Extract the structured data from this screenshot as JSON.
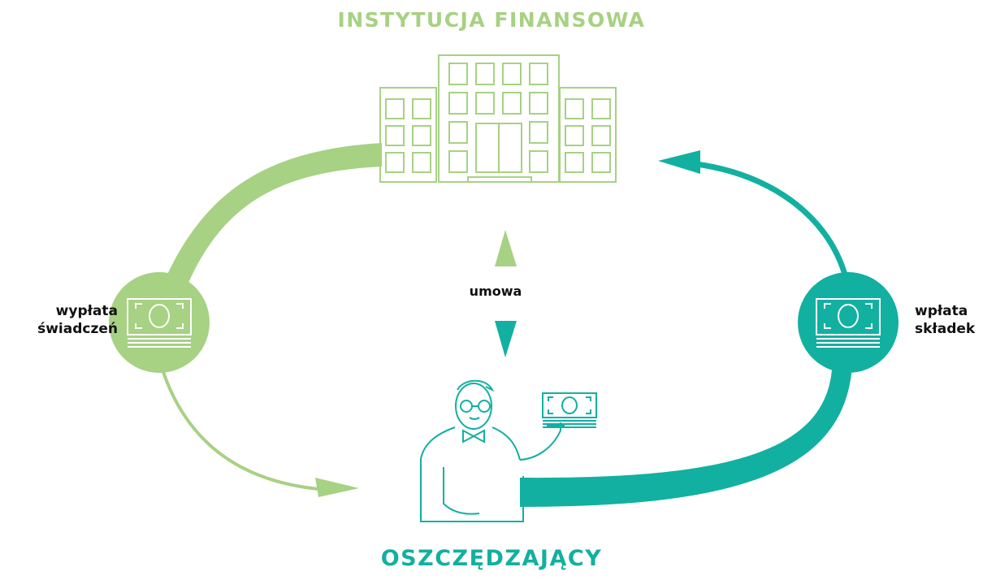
{
  "colors": {
    "green": "#a7d183",
    "teal": "#12b0a0",
    "text": "#111111"
  },
  "titles": {
    "institution": "INSTYTUCJA FINANSOWA",
    "saver": "OSZCZĘDZAJĄCY"
  },
  "labels": {
    "payout_line1": "wypłata",
    "payout_line2": "świadczeń",
    "contribution_line1": "wpłata",
    "contribution_line2": "składek",
    "agreement": "umowa"
  },
  "icons": {
    "institution": "bank-building-icon",
    "saver": "person-with-money-icon",
    "payout": "banknote-stack-icon",
    "contribution": "banknote-stack-icon",
    "agreement": "double-arrow-icon"
  }
}
